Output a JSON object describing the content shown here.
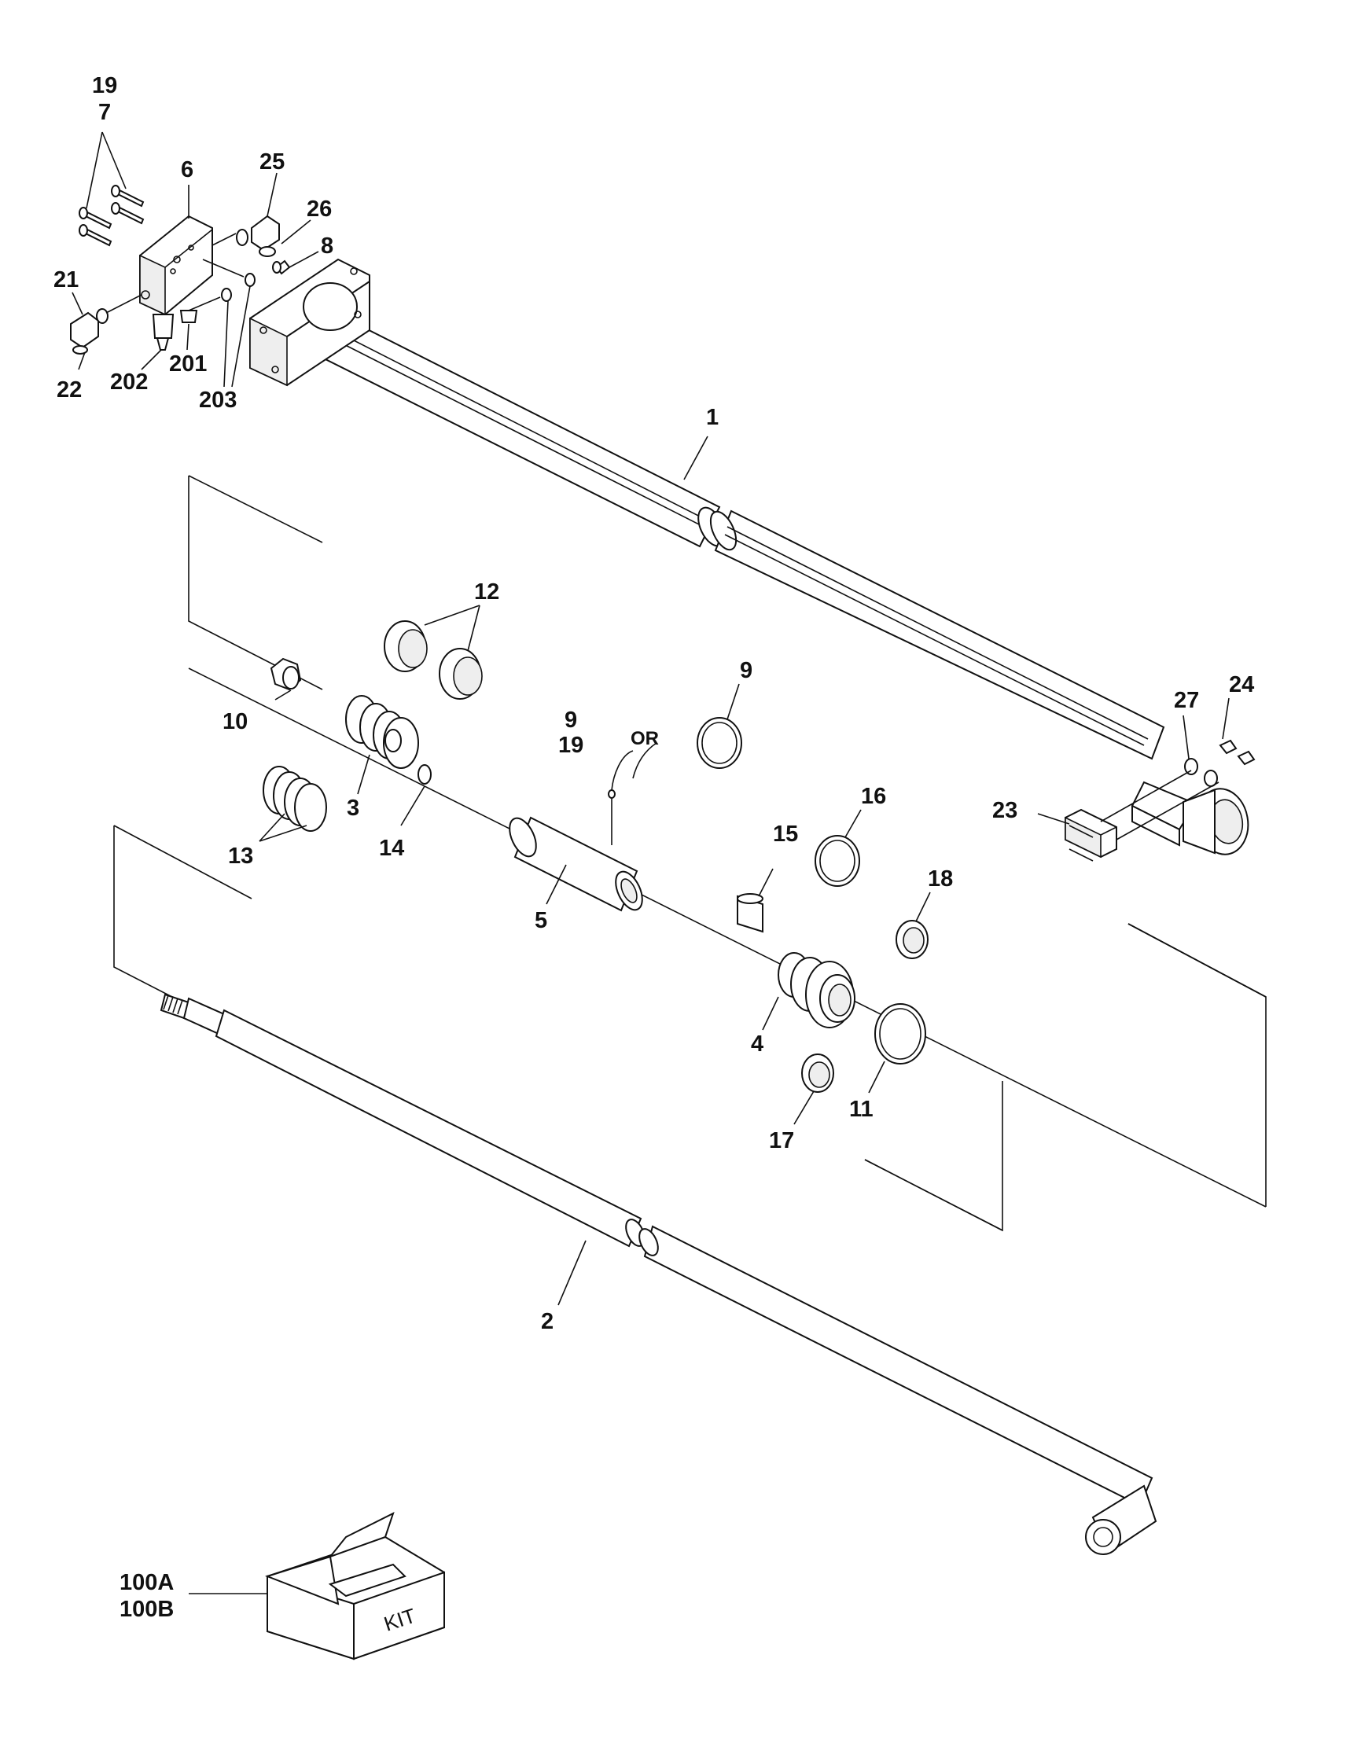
{
  "callouts": {
    "c19_7": [
      "19",
      "7"
    ],
    "c6": "6",
    "c25": "25",
    "c26": "26",
    "c8": "8",
    "c21": "21",
    "c22": "22",
    "c202": "202",
    "c201": "201",
    "c203": "203",
    "c1": "1",
    "c12": "12",
    "c10": "10",
    "c3": "3",
    "c13": "13",
    "c14": "14",
    "c9_top": "9",
    "c9_19": [
      "9",
      "19"
    ],
    "or_text": "OR",
    "c5": "5",
    "c15": "15",
    "c16": "16",
    "c18": "18",
    "c4": "4",
    "c17": "17",
    "c11": "11",
    "c2": "2",
    "c23": "23",
    "c27": "27",
    "c24": "24",
    "c100": [
      "100A",
      "100B"
    ]
  },
  "kit_box_label": "KIT"
}
